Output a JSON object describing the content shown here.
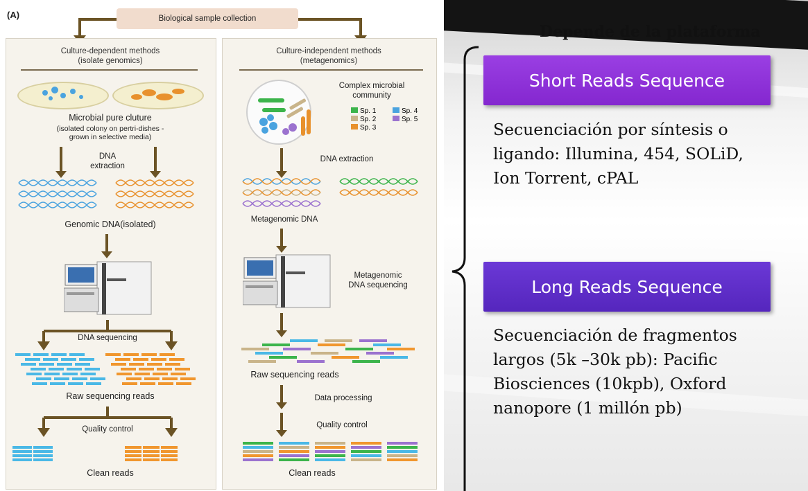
{
  "figure": {
    "panel_label": "(A)",
    "top_box": "Biological sample collection",
    "left": {
      "title1": "Culture-dependent methods",
      "title2": "(isolate genomics)",
      "culture": "Microbial pure cluture",
      "culture_sub1": "(isolated colony on pertri-dishes -",
      "culture_sub2": "grown in selective media)",
      "dna1": "DNA",
      "dna2": "extraction",
      "genomic": "Genomic DNA(isolated)",
      "dnaseq": "DNA sequencing",
      "raw": "Raw sequencing reads",
      "qc": "Quality control",
      "clean": "Clean reads"
    },
    "right": {
      "title1": "Culture-independent methods",
      "title2": "(metagenomics)",
      "community1": "Complex microbial",
      "community2": "community",
      "legend": [
        {
          "label": "Sp. 1",
          "color": "#3cb44b"
        },
        {
          "label": "Sp. 4",
          "color": "#4aa3df"
        },
        {
          "label": "Sp. 2",
          "color": "#c9b48a"
        },
        {
          "label": "Sp. 5",
          "color": "#9b72cf"
        },
        {
          "label": "Sp. 3",
          "color": "#e8912d"
        }
      ],
      "dnaext": "DNA extraction",
      "meta_dna": "Metagenomic DNA",
      "meta_seq1": "Metagenomic",
      "meta_seq2": "DNA sequencing",
      "raw": "Raw sequencing reads",
      "dataproc": "Data processing",
      "qc": "Quality control",
      "clean": "Clean reads"
    }
  },
  "slide": {
    "heading": "Depende de la plataforma",
    "short_title": "Short Reads Sequence",
    "short_text1": "Secuenciación por síntesis o",
    "short_text2": "ligando: Illumina, 454, SOLiD,",
    "short_text3": "Ion Torrent, cPAL",
    "long_title": "Long Reads Sequence",
    "long_text1": "Secuenciación de fragmentos",
    "long_text2": "largos (5k –30k pb): Pacific",
    "long_text3": "Biosciences (10kpb), Oxford",
    "long_text4": "nanopore (1 millón pb)",
    "short_color": "#8e2fd8",
    "long_color": "#6130c9"
  }
}
